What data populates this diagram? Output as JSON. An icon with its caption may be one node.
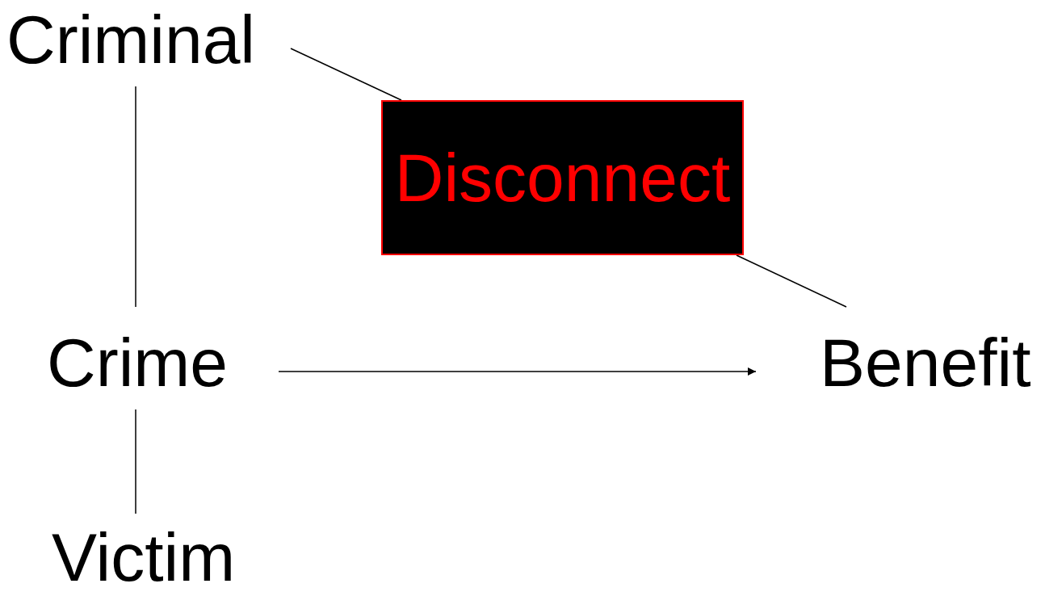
{
  "diagram": {
    "nodes": [
      {
        "text": [
          "Criminal"
        ]
      },
      {
        "text": [
          "Crime"
        ]
      },
      {
        "text": [
          "Victim"
        ]
      },
      {
        "text": [
          "Benefit"
        ]
      },
      {
        "text": [
          "Disconnect"
        ]
      }
    ],
    "edges": [
      {
        "from": 0,
        "to": 1,
        "arrow": "none"
      },
      {
        "from": 1,
        "to": 2,
        "arrow": "none"
      },
      {
        "from": 1,
        "to": 3,
        "arrow": "to"
      },
      {
        "from": 0,
        "to": 4,
        "arrow": "none"
      },
      {
        "from": 4,
        "to": 3,
        "arrow": "none"
      }
    ]
  }
}
